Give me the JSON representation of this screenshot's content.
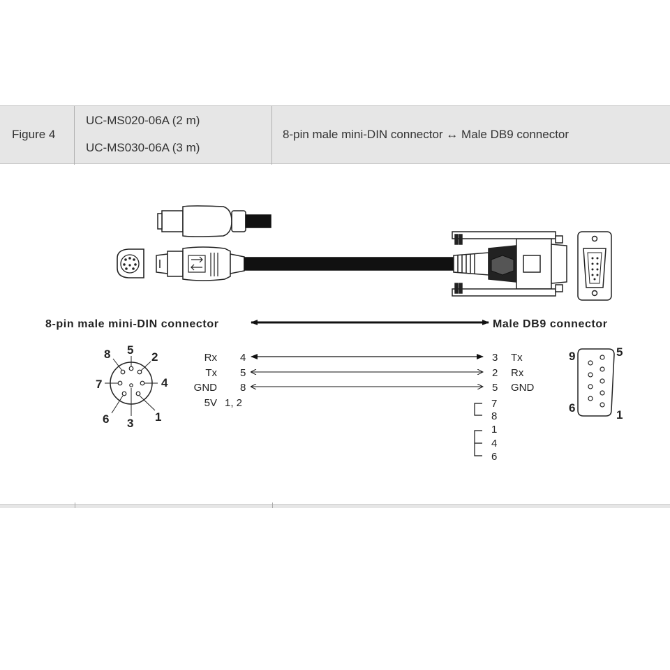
{
  "table": {
    "figure": "Figure 4",
    "models": [
      "UC-MS020-06A (2 m)",
      "UC-MS030-06A (3 m)"
    ],
    "description": "8-pin male mini-DIN connector ↔ Male DB9 connector"
  },
  "diagram": {
    "left_title": "8-pin male mini-DIN connector",
    "right_title": "Male DB9 connector",
    "mini_din_pins": [
      "8",
      "5",
      "2",
      "7",
      "4",
      "6",
      "3",
      "1"
    ],
    "db9_pins": [
      "9",
      "5",
      "6",
      "1"
    ],
    "connections": [
      {
        "name": "Rx",
        "din_pin": "4",
        "db9_pin": "3",
        "db9_name": "Tx"
      },
      {
        "name": "Tx",
        "din_pin": "5",
        "db9_pin": "2",
        "db9_name": "Rx"
      },
      {
        "name": "GND",
        "din_pin": "8",
        "db9_pin": "5",
        "db9_name": "GND"
      },
      {
        "name": "5V",
        "din_pin": "1, 2"
      }
    ],
    "jumpers": [
      [
        "7",
        "8"
      ],
      [
        "1",
        "4",
        "6"
      ]
    ]
  }
}
